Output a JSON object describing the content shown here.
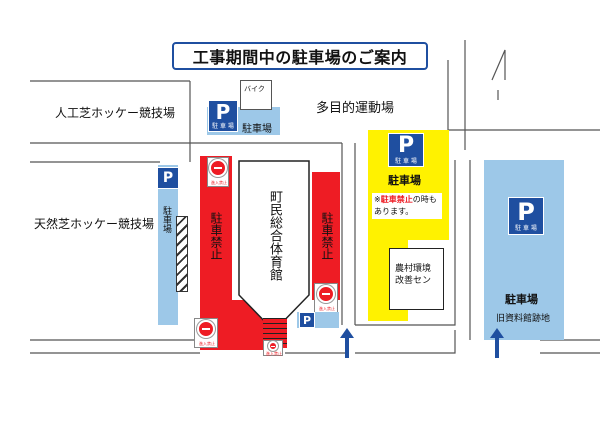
{
  "title": "工事期間中の駐車場のご案内",
  "labels": {
    "artificial_turf": "人工芝ホッケー競技場",
    "natural_turf": "天然芝ホッケー競技場",
    "multipurpose": "多目的運動場",
    "gym": "町民総合体育館",
    "farm_center": "農村環境改善セン",
    "bike": "バイク",
    "parking": "駐車場",
    "parking_small": "駐車場",
    "parking_vertical": "駐車場",
    "no_parking": "駐車禁止",
    "note_prefix": "※",
    "note_red": "駐車禁止",
    "note_suffix": "の時もあります。",
    "former_hall": "旧資料館跡地",
    "p_letter": "P",
    "p_sub": "駐 車 場"
  },
  "no_entry_caption": "進入禁止",
  "colors": {
    "parking_blue": "#9dc8e8",
    "sign_blue": "#1f4fa0",
    "no_parking_red": "#ee1c24",
    "conditional_yellow": "#fff200",
    "arrow_blue": "#1f4fa0"
  },
  "icons": [
    "parking-sign-icon",
    "no-entry-icon",
    "up-arrow-icon"
  ]
}
